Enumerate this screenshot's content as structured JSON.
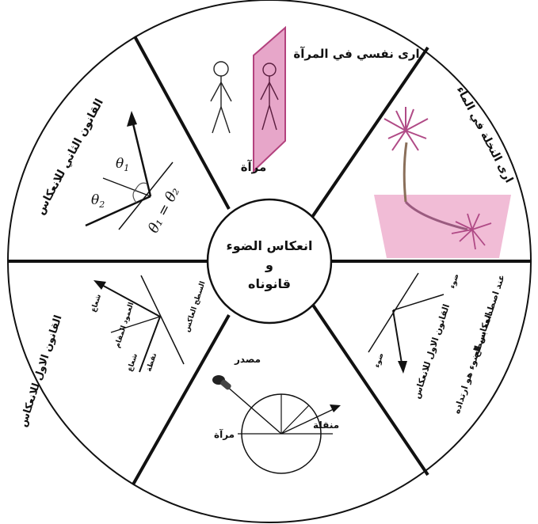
{
  "center": {
    "line1": "انعكاس الضوء",
    "line2": "و",
    "line3": "قانوناه"
  },
  "segments": {
    "top": {
      "title": "ارى نفسي في المرآة",
      "label": "مرآة"
    },
    "upper_right": {
      "title": "ارى النخلة في الماء"
    },
    "lower_right": {
      "title_line1": "القانون الاول للانعكاس",
      "title_line2": "انعكاس الضوء هو ارتداده",
      "title_line3": "عند اصطدامه بسطح",
      "ray_label_1": "ضوء",
      "ray_label_2": "ضوء"
    },
    "bottom": {
      "source_label": "مصدر",
      "protractor_label": "منقلة",
      "mirror_label": "مرآة"
    },
    "lower_left": {
      "title": "القانون الاول للانعكاس",
      "ray_label_1": "شعاع",
      "ray_label_2": "شعاع",
      "normal_label": "العمود المقام",
      "surface_label": "السطح العاكس",
      "point_label": "نقطة"
    },
    "upper_left": {
      "title": "القانون الثاني للانعكاس",
      "theta1": "θ",
      "theta1_sub": "1",
      "theta2": "θ",
      "theta2_sub": "2",
      "equation": "θ₁ = θ₂"
    }
  },
  "colors": {
    "outline": "#111111",
    "mirror_fill": "#e7a6c9",
    "mirror_edge": "#b3427e",
    "water_fill": "#f1bcd6",
    "palm": "#b04a86"
  }
}
